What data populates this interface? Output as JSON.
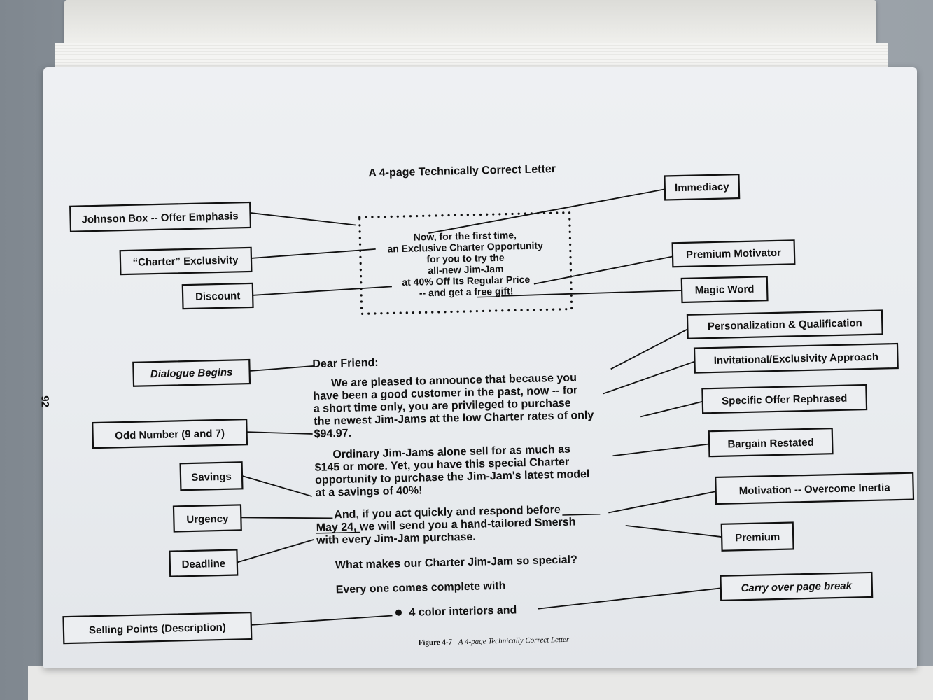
{
  "title": "A 4-page Technically Correct Letter",
  "page_number": "92",
  "caption": {
    "label": "Figure 4-7",
    "text": "A 4-page Technically Correct Letter"
  },
  "johnson_box": [
    "Now, for the first time,",
    "an Exclusive Charter Opportunity",
    "for you to try the",
    "all-new Jim-Jam",
    "at 40% Off Its Regular Price",
    "-- and get a free gift!"
  ],
  "letter": {
    "salutation": "Dear Friend:",
    "paragraph1": [
      "We are pleased to announce that because you",
      "have been a good customer in the past, now -- for",
      "a short time only, you are privileged to purchase",
      "the newest Jim-Jams at the low Charter rates of only",
      "$94.97."
    ],
    "paragraph2": [
      "Ordinary Jim-Jams alone sell for as much as",
      "$145 or more. Yet, you have this special Charter",
      "opportunity to purchase the Jim-Jam's latest model",
      "at a savings of 40%!"
    ],
    "paragraph3": [
      "And, if you act quickly and respond before",
      "May 24, we will send you a hand-tailored Smersh",
      "with every Jim-Jam purchase."
    ],
    "question": "What makes our Charter Jim-Jam so special?",
    "intro": "Every one comes complete with",
    "bullet": "4 color interiors and"
  },
  "labels": {
    "johnson_box": "Johnson Box -- Offer Emphasis",
    "charter_exclusivity": "“Charter” Exclusivity",
    "discount": "Discount",
    "immediacy": "Immediacy",
    "premium_motivator": "Premium Motivator",
    "magic_word": "Magic Word",
    "personalization": "Personalization & Qualification",
    "dialogue_begins": "Dialogue Begins",
    "invitational": "Invitational/Exclusivity Approach",
    "specific_offer": "Specific Offer Rephrased",
    "odd_number": "Odd Number (9 and 7)",
    "bargain": "Bargain Restated",
    "savings": "Savings",
    "urgency": "Urgency",
    "motivation": "Motivation -- Overcome Inertia",
    "deadline": "Deadline",
    "premium": "Premium",
    "carry_over": "Carry over page break",
    "selling_points": "Selling Points (Description)"
  }
}
